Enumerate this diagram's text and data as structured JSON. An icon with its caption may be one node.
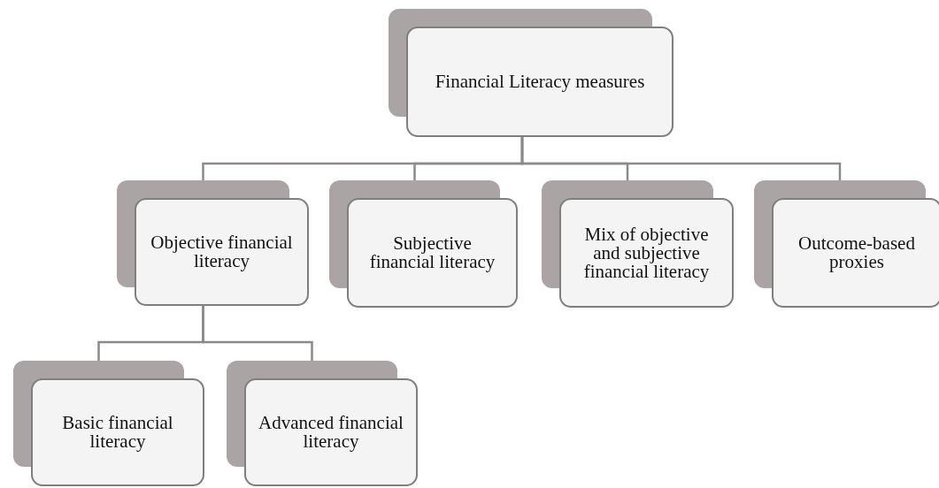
{
  "diagram": {
    "nodes": [
      {
        "text": [
          "Financial Literacy measures"
        ]
      },
      {
        "text": [
          "Objective financial literacy"
        ]
      },
      {
        "text": [
          "Subjective financial literacy"
        ]
      },
      {
        "text": [
          "Mix of objective and subjective financial literacy"
        ]
      },
      {
        "text": [
          "Outcome-based proxies"
        ]
      },
      {
        "text": [
          "Basic financial literacy"
        ]
      },
      {
        "text": [
          "Advanced financial literacy"
        ]
      }
    ],
    "edges": [
      {
        "from": 0,
        "to": 1,
        "arrow": "none"
      },
      {
        "from": 0,
        "to": 2,
        "arrow": "none"
      },
      {
        "from": 0,
        "to": 3,
        "arrow": "none"
      },
      {
        "from": 0,
        "to": 4,
        "arrow": "none"
      },
      {
        "from": 1,
        "to": 5,
        "arrow": "none"
      },
      {
        "from": 1,
        "to": 6,
        "arrow": "none"
      }
    ]
  }
}
